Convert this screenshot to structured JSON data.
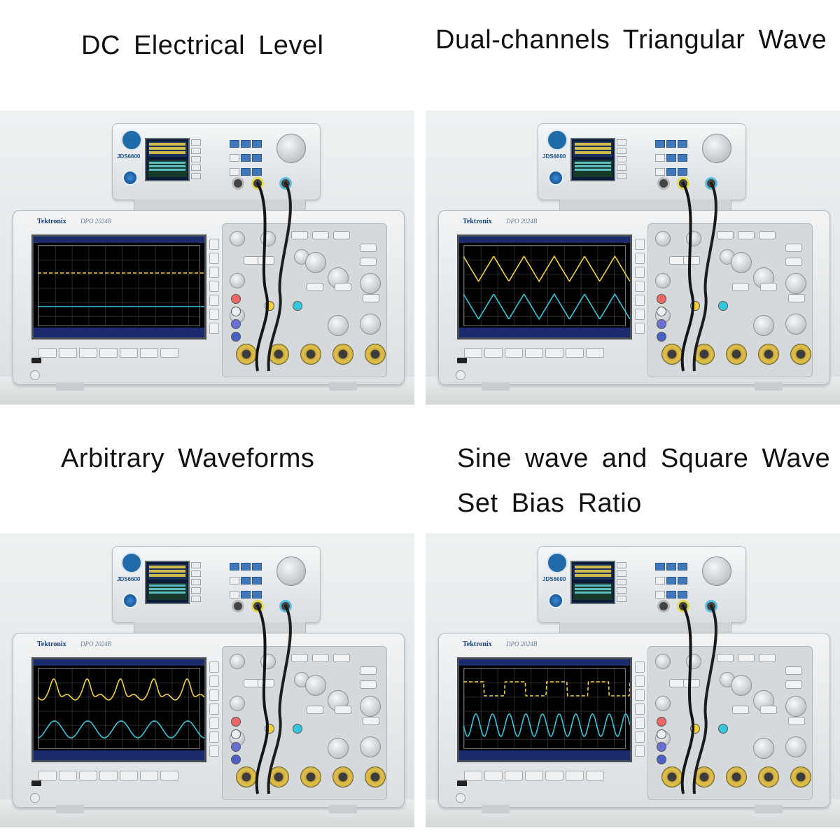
{
  "captions": {
    "q1": "DC Electrical Level",
    "q2": "Dual-channels Triangular Wave",
    "q3": "Arbitrary Waveforms",
    "q4_line1": "Sine wave and Square Wave",
    "q4_line2": "Set Bias Ratio"
  },
  "devices": {
    "generator_model": "JDS6600",
    "scope_brand": "Tektronix",
    "scope_model": "DPO 2024B"
  },
  "colors": {
    "ch1_trace": "#f2d13a",
    "ch2_trace": "#34c7dc",
    "screen_bg": "#000000"
  }
}
